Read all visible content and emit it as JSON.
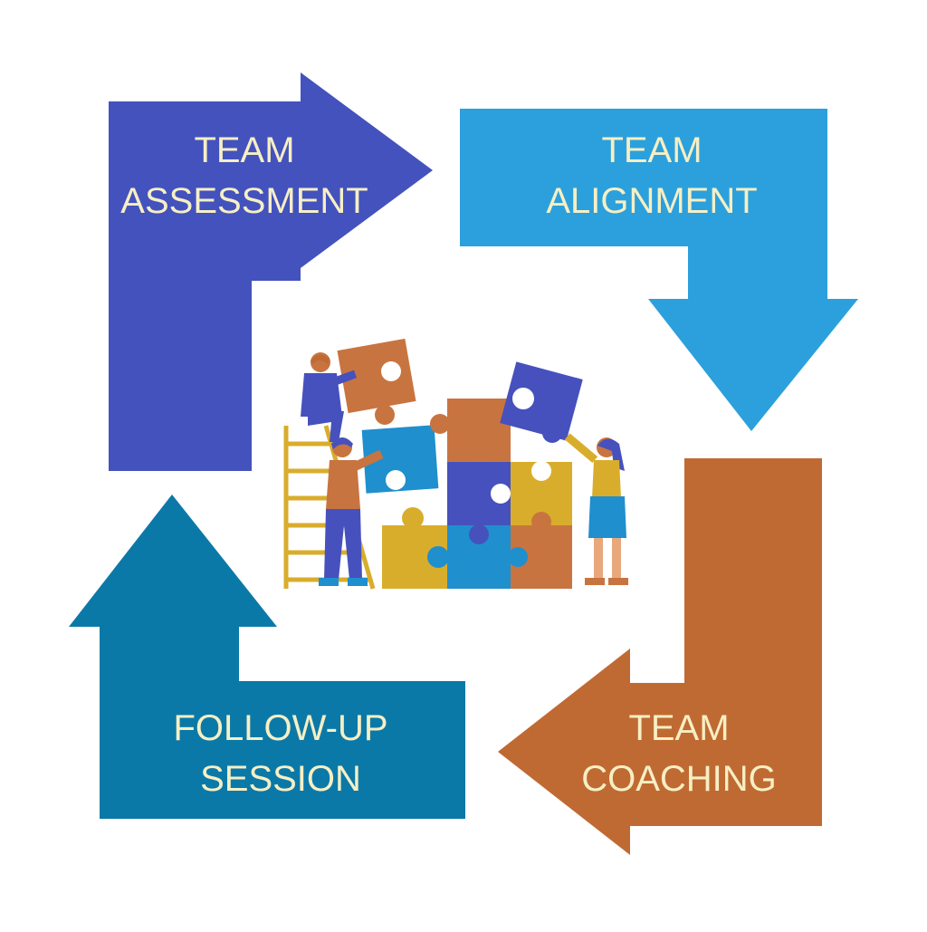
{
  "colors": {
    "background": "#ffffff",
    "label_text": "#f6efc4",
    "team_assessment": "#4452bd",
    "team_alignment": "#2ca0dc",
    "team_coaching": "#c06a33",
    "follow_up_session": "#0b79a8",
    "puzzle_orange": "#c87440",
    "puzzle_blue": "#1f8fce",
    "puzzle_purple": "#4651bd",
    "puzzle_gold": "#d9ad2c"
  },
  "steps": [
    {
      "id": "team-assessment",
      "line1": "TEAM",
      "line2": "ASSESSMENT"
    },
    {
      "id": "team-alignment",
      "line1": "TEAM",
      "line2": "ALIGNMENT"
    },
    {
      "id": "team-coaching",
      "line1": "TEAM",
      "line2": "COACHING"
    },
    {
      "id": "follow-up-session",
      "line1": "FOLLOW-UP",
      "line2": "SESSION"
    }
  ],
  "illustration": {
    "icon": "team-puzzle-illustration"
  }
}
